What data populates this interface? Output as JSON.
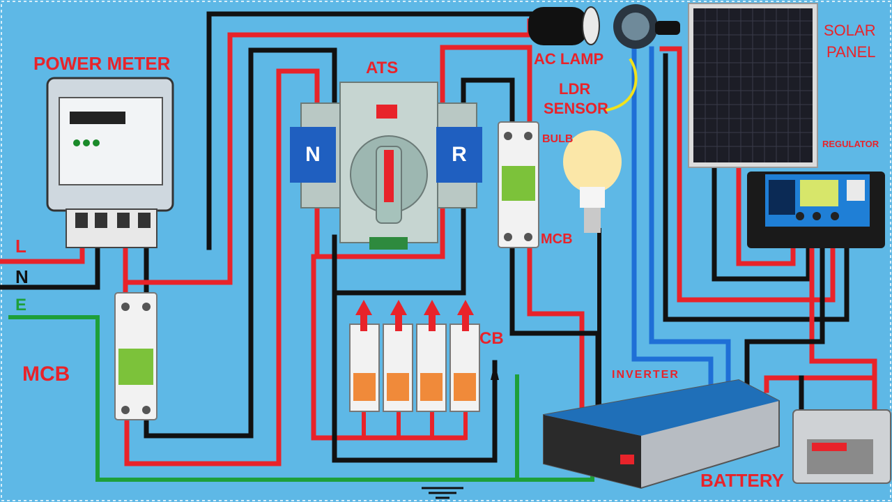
{
  "labels": {
    "power_meter": "POWER METER",
    "ats": "ATS",
    "ac_lamp": "AC LAMP",
    "ldr_sensor_line1": "LDR",
    "ldr_sensor_line2": "SENSOR",
    "solar_panel_line1": "SOLAR",
    "solar_panel_line2": "PANEL",
    "regulator": "REGULATOR",
    "bulb": "BULB",
    "mcb_right": "MCB",
    "mcb_left": "MCB",
    "cb": "CB",
    "inverter": "INVERTER",
    "battery": "BATTERY",
    "line_l": "L",
    "line_n": "N",
    "line_e": "E",
    "ats_n": "N",
    "ats_r": "R"
  },
  "colors": {
    "background": "#5eb8e6",
    "live_wire": "#e8232a",
    "neutral_wire": "#111111",
    "earth_wire": "#1e9f3a",
    "dc_wire_blue": "#1f6fd6",
    "ats_face": "#1f5fc0"
  },
  "icons": [
    "power-meter-icon",
    "ats-switch-icon",
    "mcb-icon",
    "circuit-breaker-icon",
    "ac-lamp-icon",
    "ldr-sensor-icon",
    "solar-panel-icon",
    "regulator-icon",
    "bulb-icon",
    "inverter-icon",
    "battery-icon",
    "ground-symbol-icon"
  ]
}
